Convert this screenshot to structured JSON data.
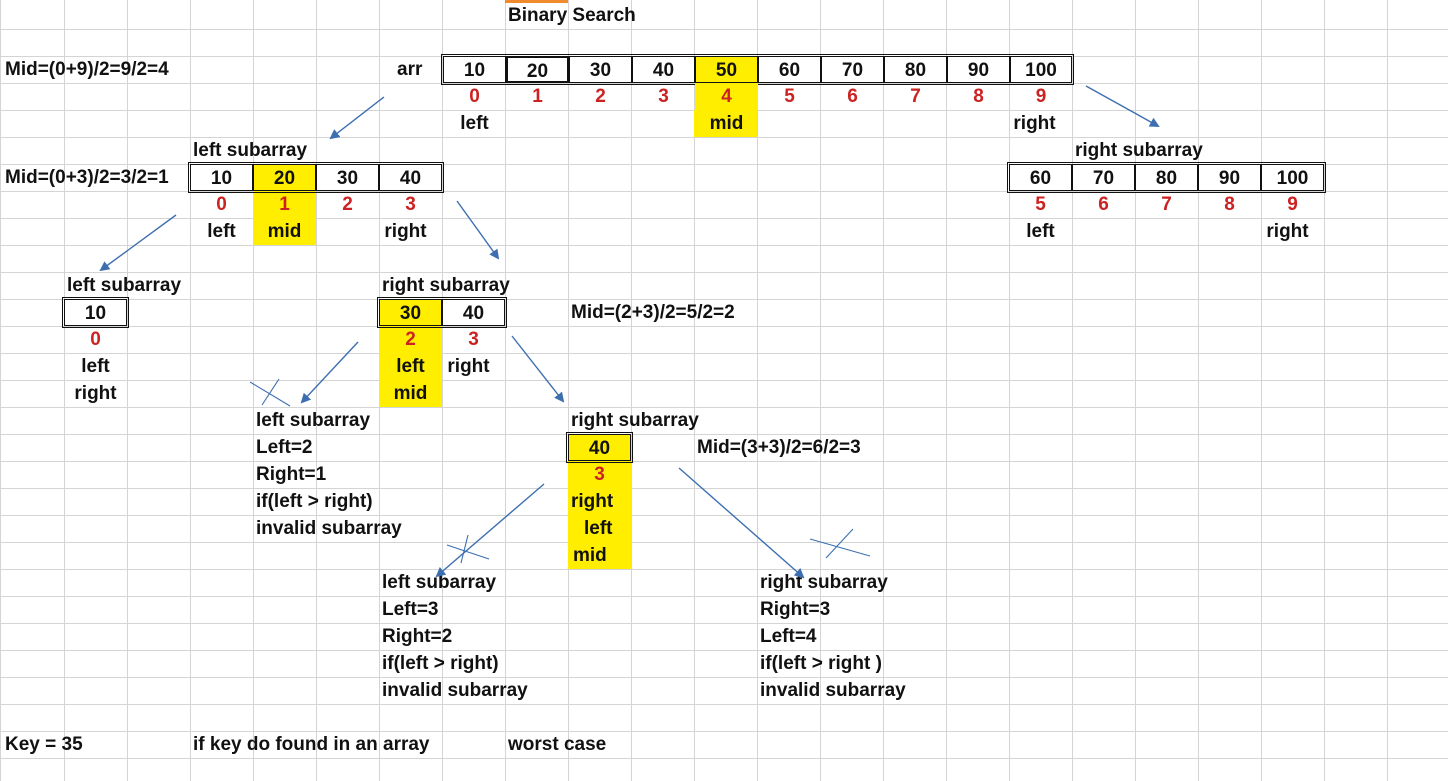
{
  "title": "Binary Search",
  "mid_top": "Mid=(0+9)/2=9/2=4",
  "arr_label": "arr",
  "arr_values": [
    "10",
    "20",
    "30",
    "40",
    "50",
    "60",
    "70",
    "80",
    "90",
    "100"
  ],
  "arr_indices": [
    "0",
    "1",
    "2",
    "3",
    "4",
    "5",
    "6",
    "7",
    "8",
    "9"
  ],
  "top_labels": {
    "left": "left",
    "mid": "mid",
    "right": "right"
  },
  "left_sub1": {
    "title": "left subarray",
    "mid_calc": "Mid=(0+3)/2=3/2=1",
    "values": [
      "10",
      "20",
      "30",
      "40"
    ],
    "indices": [
      "0",
      "1",
      "2",
      "3"
    ],
    "left": "left",
    "mid": "mid",
    "right": "right"
  },
  "right_sub1": {
    "title": "right subarray",
    "values": [
      "60",
      "70",
      "80",
      "90",
      "100"
    ],
    "indices": [
      "5",
      "6",
      "7",
      "8",
      "9"
    ],
    "left": "left",
    "right": "right"
  },
  "left_sub2": {
    "title": "left subarray",
    "values": [
      "10"
    ],
    "indices": [
      "0"
    ],
    "left": "left",
    "right": "right"
  },
  "right_sub2": {
    "title": "right subarray",
    "values": [
      "30",
      "40"
    ],
    "indices": [
      "2",
      "3"
    ],
    "mid_calc": "Mid=(2+3)/2=5/2=2",
    "left": "left",
    "right": "right",
    "mid": "mid"
  },
  "left_sub3": {
    "lines": [
      "left subarray",
      "Left=2",
      "Right=1",
      "if(left > right)",
      "invalid subarray"
    ]
  },
  "right_sub3": {
    "title": "right subarray",
    "values": [
      "40"
    ],
    "indices": [
      "3"
    ],
    "mid_calc": "Mid=(3+3)/2=6/2=3",
    "right": "right",
    "left": "left",
    "mid": "mid"
  },
  "left_sub4": {
    "lines": [
      "left subarray",
      "Left=3",
      "Right=2",
      "if(left > right)",
      "invalid subarray"
    ]
  },
  "right_sub4": {
    "lines": [
      "right subarray",
      "Right=3",
      "Left=4",
      "if(left > right )",
      "invalid subarray"
    ]
  },
  "footer": {
    "key": "Key = 35",
    "note": "if key do found in an array",
    "case": "worst case"
  },
  "colors": {
    "highlight": "#ffee00",
    "index_red": "#cc2222",
    "arrow_blue": "#3d6fb0",
    "grid": "#d4d4d4"
  }
}
